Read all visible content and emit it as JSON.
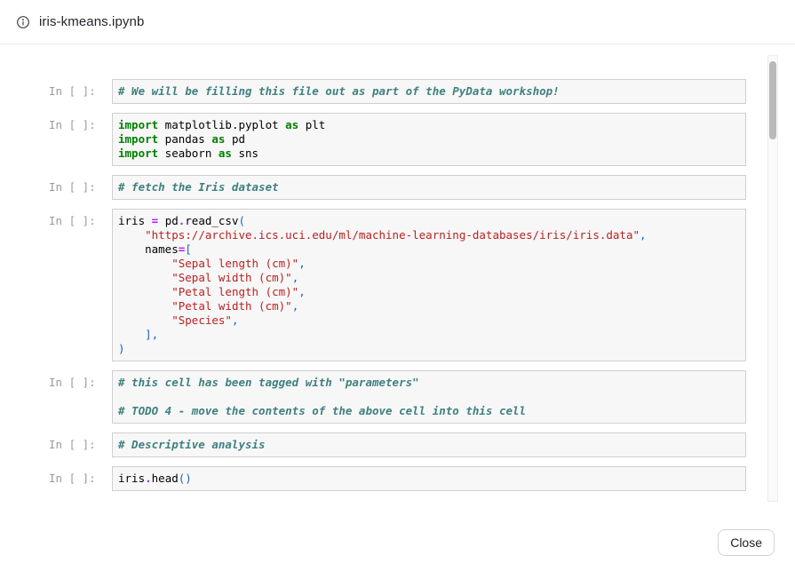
{
  "header": {
    "title": "iris-kmeans.ipynb",
    "icon": "info-icon"
  },
  "footer": {
    "close_label": "Close"
  },
  "palette": {
    "keyword": "#008000",
    "comment": "#408080",
    "string": "#BA2121",
    "operator": "#AA22FF",
    "punctuation": "#1565C0",
    "code_text": "#000000",
    "prompt_text": "#9A9A9A",
    "cell_background": "#F7F7F7",
    "cell_border": "#CFCFCF",
    "scrollbar_thumb": "#B9B9B9"
  },
  "notebook": {
    "prompt_label": "In [ ]:",
    "cells": [
      {
        "lines": [
          [
            [
              "c",
              "# We will be filling this file out as part of the PyData workshop!"
            ]
          ]
        ]
      },
      {
        "lines": [
          [
            [
              "k",
              "import"
            ],
            [
              "t",
              " matplotlib.pyplot "
            ],
            [
              "k",
              "as"
            ],
            [
              "t",
              " plt"
            ]
          ],
          [
            [
              "k",
              "import"
            ],
            [
              "t",
              " pandas "
            ],
            [
              "k",
              "as"
            ],
            [
              "t",
              " pd"
            ]
          ],
          [
            [
              "k",
              "import"
            ],
            [
              "t",
              " seaborn "
            ],
            [
              "k",
              "as"
            ],
            [
              "t",
              " sns"
            ]
          ]
        ]
      },
      {
        "lines": [
          [
            [
              "c",
              "# fetch the Iris dataset"
            ]
          ]
        ]
      },
      {
        "lines": [
          [
            [
              "t",
              "iris "
            ],
            [
              "o",
              "="
            ],
            [
              "t",
              " pd"
            ],
            [
              "o",
              "."
            ],
            [
              "t",
              "read_csv"
            ],
            [
              "p",
              "("
            ]
          ],
          [
            [
              "t",
              "    "
            ],
            [
              "s",
              "\"https://archive.ics.uci.edu/ml/machine-learning-databases/iris/iris.data\""
            ],
            [
              "p",
              ","
            ]
          ],
          [
            [
              "t",
              "    names"
            ],
            [
              "o",
              "="
            ],
            [
              "p",
              "["
            ]
          ],
          [
            [
              "t",
              "        "
            ],
            [
              "s",
              "\"Sepal length (cm)\""
            ],
            [
              "p",
              ","
            ]
          ],
          [
            [
              "t",
              "        "
            ],
            [
              "s",
              "\"Sepal width (cm)\""
            ],
            [
              "p",
              ","
            ]
          ],
          [
            [
              "t",
              "        "
            ],
            [
              "s",
              "\"Petal length (cm)\""
            ],
            [
              "p",
              ","
            ]
          ],
          [
            [
              "t",
              "        "
            ],
            [
              "s",
              "\"Petal width (cm)\""
            ],
            [
              "p",
              ","
            ]
          ],
          [
            [
              "t",
              "        "
            ],
            [
              "s",
              "\"Species\""
            ],
            [
              "p",
              ","
            ]
          ],
          [
            [
              "t",
              "    "
            ],
            [
              "p",
              "],"
            ]
          ],
          [
            [
              "p",
              ")"
            ]
          ]
        ]
      },
      {
        "lines": [
          [
            [
              "c",
              "# this cell has been tagged with \"parameters\""
            ]
          ],
          [
            [
              "t",
              ""
            ]
          ],
          [
            [
              "c",
              "# TODO 4 - move the contents of the above cell into this cell"
            ]
          ]
        ]
      },
      {
        "lines": [
          [
            [
              "c",
              "# Descriptive analysis"
            ]
          ]
        ]
      },
      {
        "lines": [
          [
            [
              "t",
              "iris"
            ],
            [
              "o",
              "."
            ],
            [
              "t",
              "head"
            ],
            [
              "p",
              "()"
            ]
          ]
        ]
      }
    ]
  }
}
